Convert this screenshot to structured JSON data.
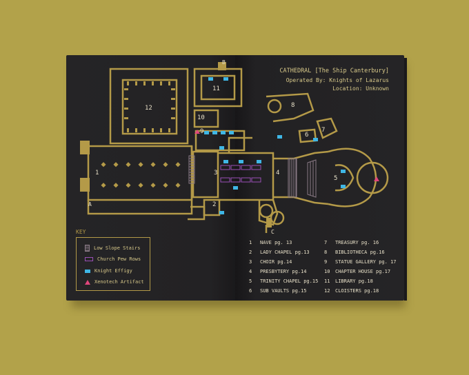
{
  "header": {
    "title": "CATHEDRAL [The Ship Canterbury]",
    "operated": "Operated By: Knights of Lazarus",
    "location": "Location: Unknown"
  },
  "key": {
    "title": "KEY",
    "items": [
      {
        "label": "Low Slope Stairs",
        "icon": "stairs-icon"
      },
      {
        "label": "Church Pew Rows",
        "icon": "pew-icon"
      },
      {
        "label": "Knight Effigy",
        "icon": "effigy-icon"
      },
      {
        "label": "Xenotech Artifact",
        "icon": "artifact-icon"
      }
    ]
  },
  "index": [
    {
      "num": "1",
      "text": "NAVE pg. 13"
    },
    {
      "num": "2",
      "text": "LADY CHAPEL pg.13"
    },
    {
      "num": "3",
      "text": "CHOIR pg.14"
    },
    {
      "num": "4",
      "text": "PRESBYTERY pg.14"
    },
    {
      "num": "5",
      "text": "TRINITY CHAPEL pg.15"
    },
    {
      "num": "6",
      "text": "SUB VAULTS pg.15"
    },
    {
      "num": "7",
      "text": "TREASURY pg. 16"
    },
    {
      "num": "8",
      "text": "BIBLIOTHECA pg.16"
    },
    {
      "num": "9",
      "text": "STATUE GALLERY pg. 17"
    },
    {
      "num": "10",
      "text": "CHAPTER HOUSE pg.17"
    },
    {
      "num": "11",
      "text": "LIBRARY pg.18"
    },
    {
      "num": "12",
      "text": "CLOISTERS pg.18"
    }
  ],
  "map_labels": {
    "r1": "1",
    "r2": "2",
    "r3": "3",
    "r4": "4",
    "r5": "5",
    "r6": "6",
    "r7": "7",
    "r8": "8",
    "r9": "9",
    "r10": "10",
    "r11": "11",
    "r12": "12",
    "entrance_a": "A",
    "entrance_b": "B",
    "entrance_c": "C"
  },
  "colors": {
    "wall": "#b49a48",
    "effigy": "#3fb7e6",
    "pew": "#9a4fb6",
    "artifact": "#e0467c",
    "page": "#232224",
    "background": "#b2a24a"
  }
}
